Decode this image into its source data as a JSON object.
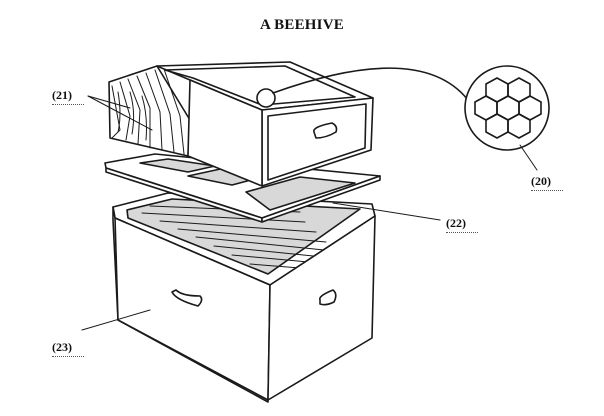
{
  "title": "A BEEHIVE",
  "labels": {
    "comb_detail": "(20)",
    "frames": "(21)",
    "excluder": "(22)",
    "hive_body": "(23)"
  },
  "colors": {
    "ink": "#1a1a1a",
    "background": "#ffffff"
  }
}
